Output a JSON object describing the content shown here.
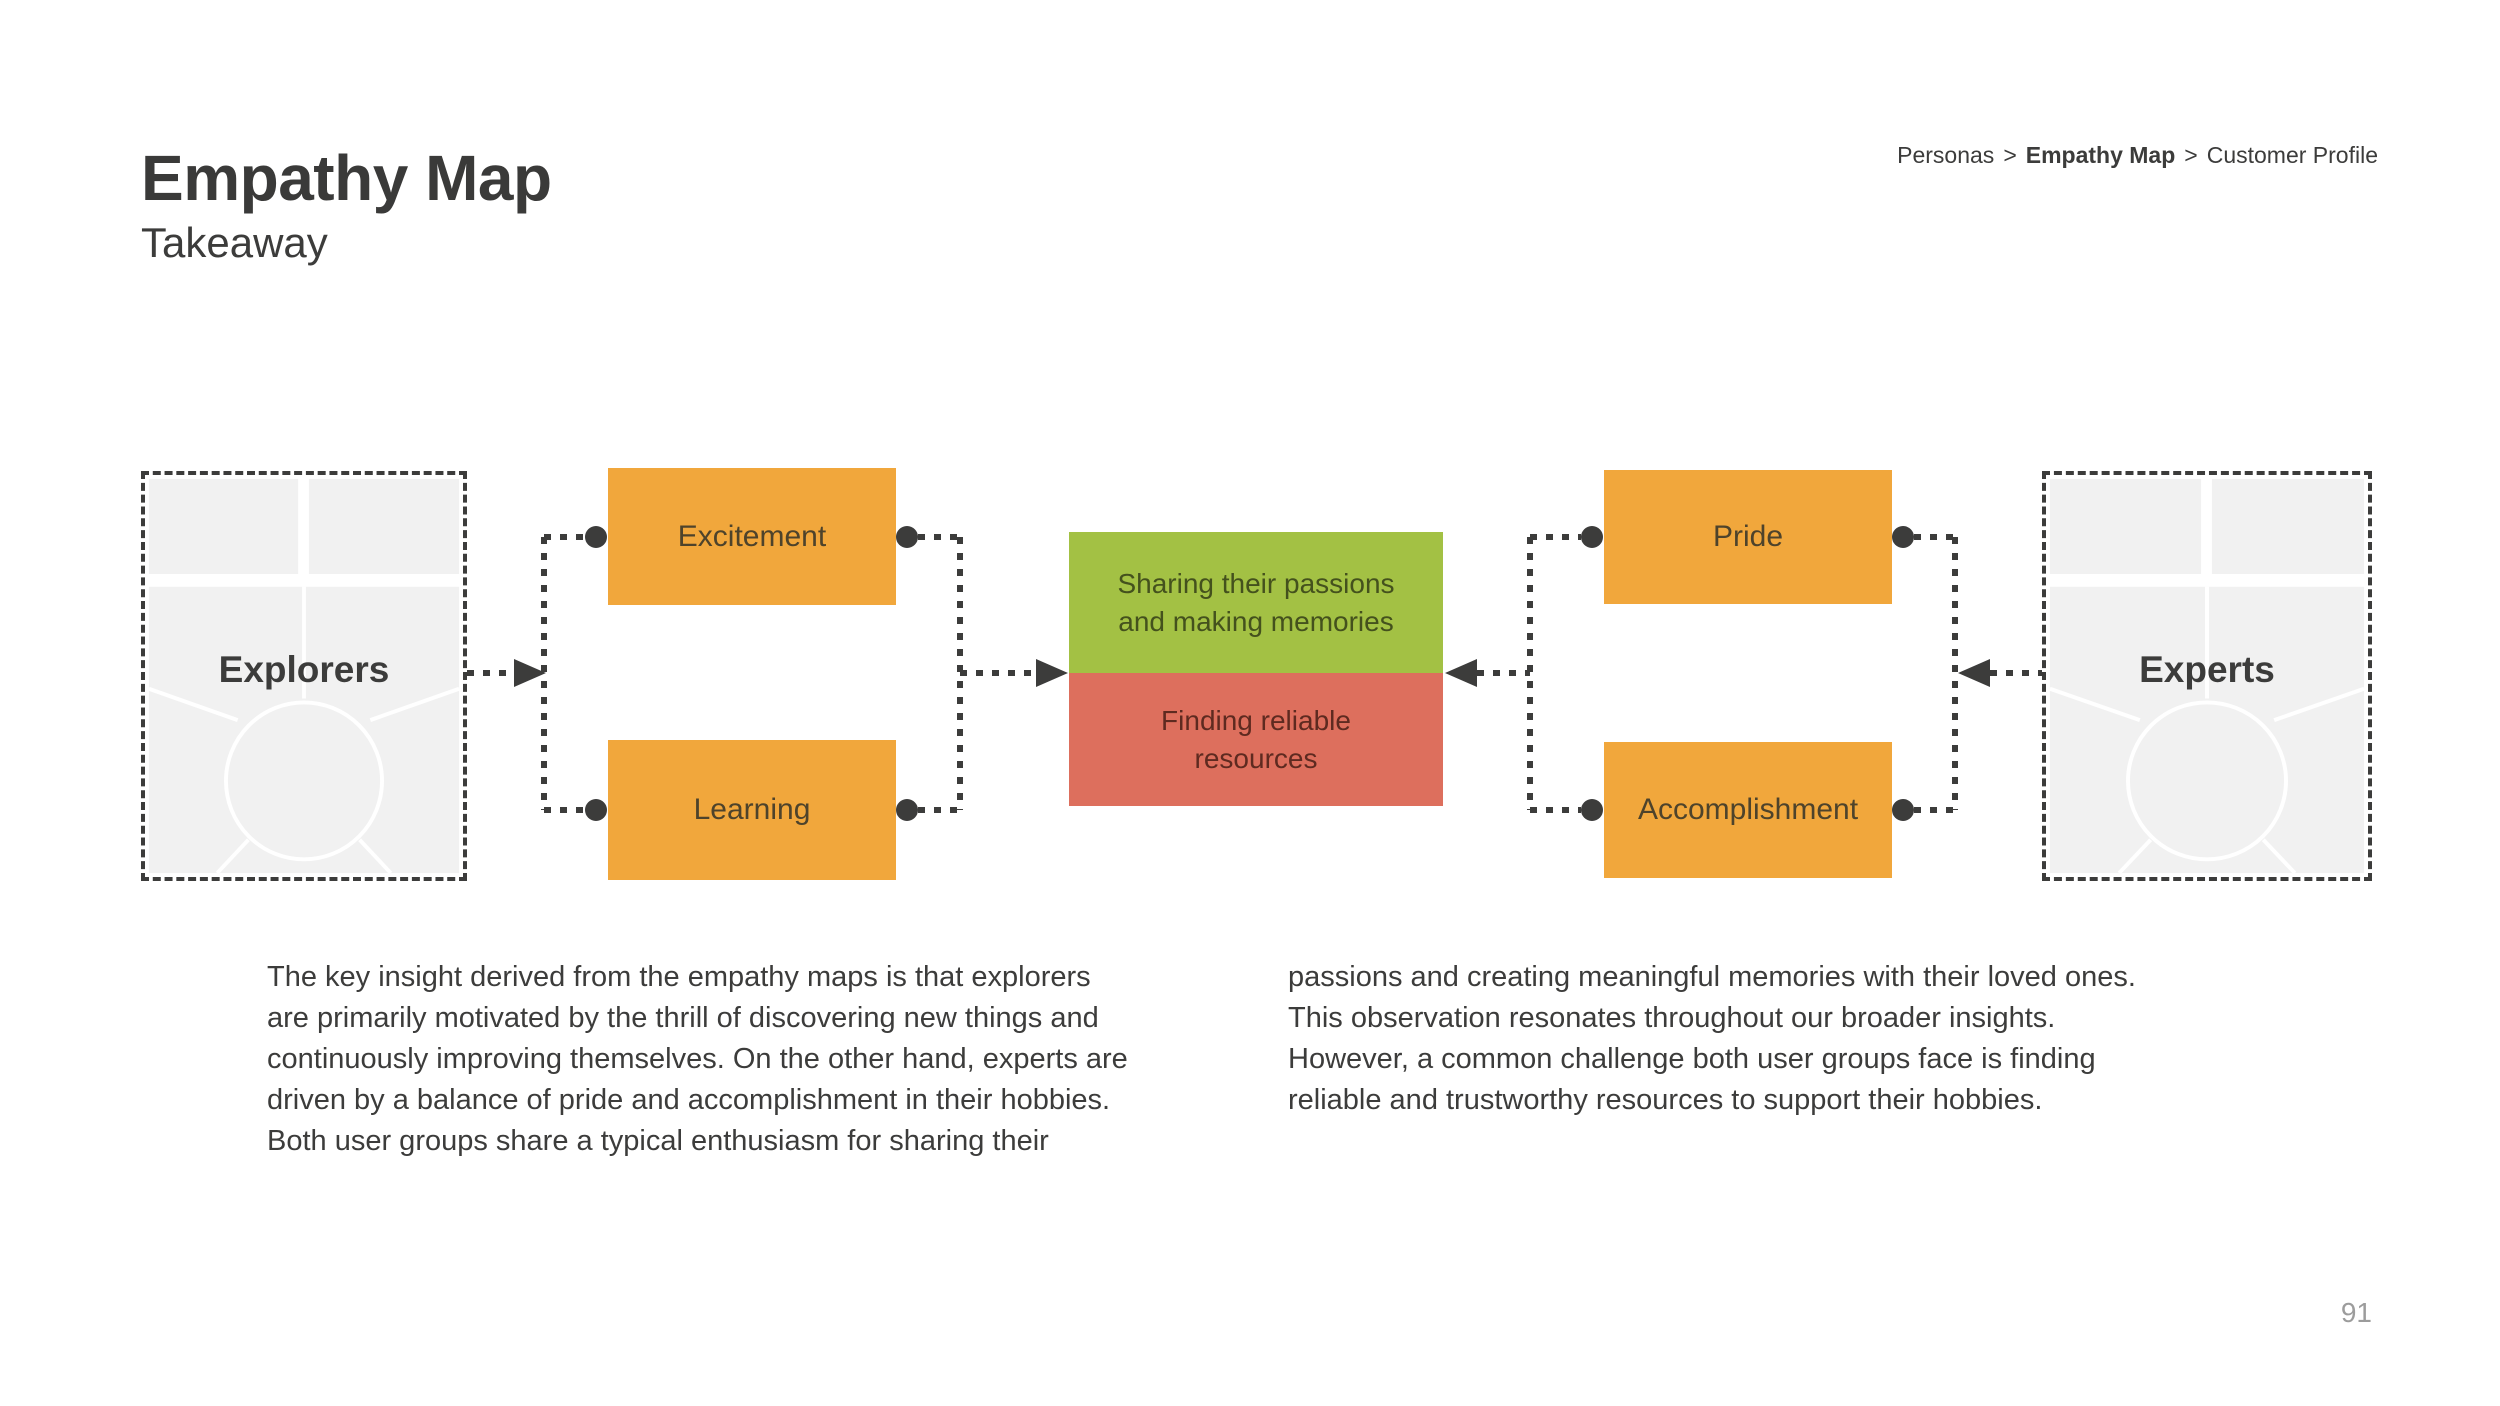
{
  "slide": {
    "title": "Empathy Map",
    "subtitle": "Takeaway",
    "page_number": "91"
  },
  "breadcrumb": {
    "separator": ">",
    "items": [
      {
        "label": "Personas",
        "current": false
      },
      {
        "label": "Empathy Map",
        "current": true
      },
      {
        "label": "Customer Profile",
        "current": false
      }
    ]
  },
  "diagram": {
    "left_persona": "Explorers",
    "right_persona": "Experts",
    "left_motivations": [
      "Excitement",
      "Learning"
    ],
    "right_motivations": [
      "Pride",
      "Accomplishment"
    ],
    "shared_positive": "Sharing their passions and making memories",
    "shared_challenge": "Finding reliable resources",
    "colors": {
      "motivation_fill": "#F1A73C",
      "positive_fill": "#A3C144",
      "challenge_fill": "#DD6F5D",
      "connector": "#3C3C3B",
      "ghost_fill": "#F1F1F1"
    }
  },
  "body_text": {
    "left_column": [
      "The key insight derived from the empathy maps is that explorers",
      "are primarily motivated by the thrill of discovering new things and",
      "continuously improving themselves. On the other hand, experts are",
      "driven by a balance of pride and accomplishment in their hobbies.",
      "Both user groups share a typical enthusiasm for sharing their"
    ],
    "right_column": [
      "passions and creating meaningful memories with their loved ones.",
      "This observation resonates throughout our broader insights.",
      "However, a common challenge both user groups face is finding",
      "reliable and trustworthy resources to support their hobbies."
    ]
  }
}
